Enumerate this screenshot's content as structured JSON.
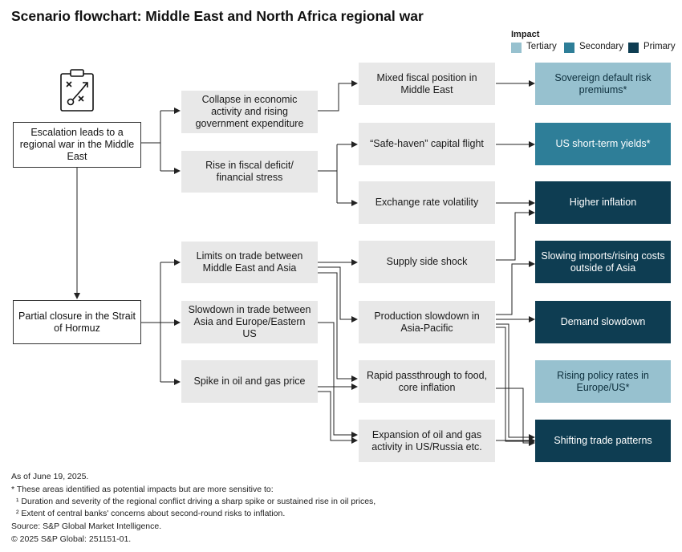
{
  "title": "Scenario flowchart: Middle East and North Africa regional war",
  "legend": {
    "title": "Impact",
    "items": [
      {
        "label": "Tertiary",
        "color": "#97c1cf"
      },
      {
        "label": "Secondary",
        "color": "#2e7e98"
      },
      {
        "label": "Primary",
        "color": "#0e3d52"
      }
    ]
  },
  "icon": "strategy-clipboard-icon",
  "nodes": {
    "escalation": "Escalation leads to a regional war in the Middle East",
    "strait": "Partial closure in the Strait of Hormuz",
    "collapse": "Collapse in economic activity and rising government expenditure",
    "fiscal_deficit": "Rise in fiscal deficit/ financial stress",
    "limits_trade": "Limits on trade between Middle East and Asia",
    "slowdown_trade": "Slowdown in trade between Asia and Europe/Eastern US",
    "oil_spike": "Spike in oil and gas price",
    "mixed_fiscal": "Mixed fiscal position in Middle East",
    "capital_flight": "“Safe-haven” capital flight",
    "fx_volatility": "Exchange rate volatility",
    "supply_shock": "Supply side shock",
    "production_slowdown": "Production slowdown in Asia-Pacific",
    "passthrough": "Rapid passthrough to food, core inflation",
    "expansion": "Expansion of oil and gas activity in US/Russia etc.",
    "sovereign": "Sovereign default risk premiums*",
    "us_yields": "US short-term yields*",
    "inflation": "Higher inflation",
    "imports": "Slowing imports/rising costs outside of Asia",
    "demand": "Demand slowdown",
    "policy_rates": "Rising policy rates in Europe/US*",
    "trade_patterns": "Shifting trade patterns"
  },
  "footnotes": {
    "date": "As of June 19, 2025.",
    "note": "* These areas identified as potential impacts but are more sensitive to:",
    "note1": "¹ Duration and severity of the regional conflict driving a sharp spike or sustained rise in oil prices,",
    "note2": "² Extent of central banks' concerns about second-round risks to inflation.",
    "source": "Source: S&P Global Market Intelligence.",
    "copyright": "© 2025 S&P Global: 251151-01."
  }
}
